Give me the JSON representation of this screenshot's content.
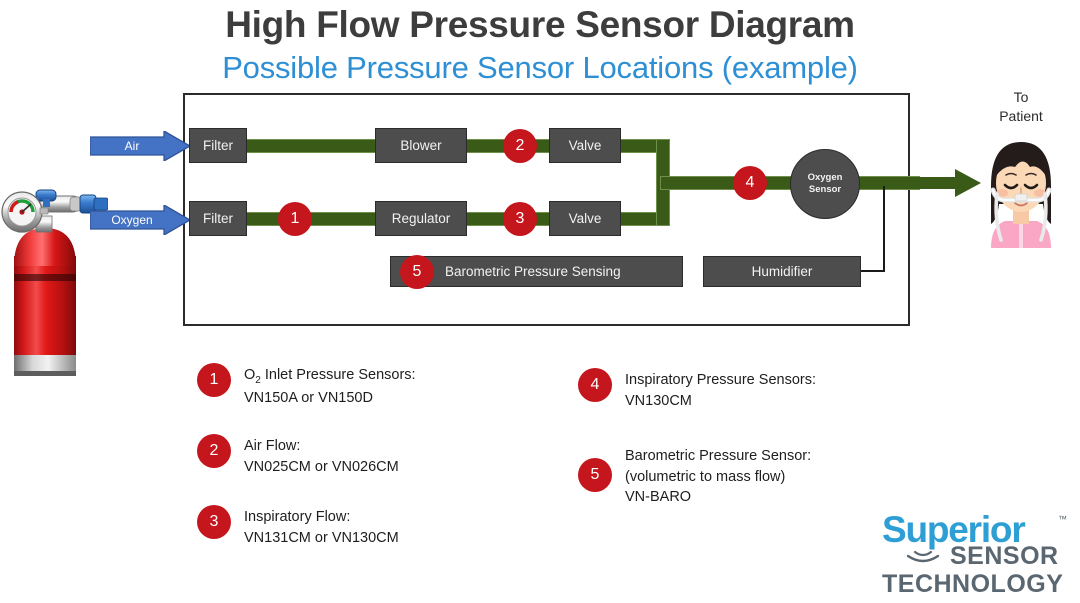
{
  "title": {
    "main": "High Flow Pressure Sensor Diagram",
    "sub": "Possible Pressure Sensor Locations (example)",
    "main_color": "#3d3d3d",
    "sub_color": "#2e8fd4"
  },
  "colors": {
    "pipe_green": "#3a5a18",
    "box_gray": "#4d4d4d",
    "marker_red": "#c4161c",
    "arrow_blue": "#4472c4",
    "container_border": "#2b2b2b",
    "logo_blue": "#2e9fd4",
    "logo_gray": "#5a6670",
    "tank_red": "#cc1111"
  },
  "inputs": [
    {
      "label": "Air",
      "name": "air-input-arrow"
    },
    {
      "label": "Oxygen",
      "name": "oxygen-input-arrow"
    }
  ],
  "diagram": {
    "boxes": [
      {
        "id": "filter-air",
        "label": "Filter"
      },
      {
        "id": "blower",
        "label": "Blower"
      },
      {
        "id": "valve-air",
        "label": "Valve"
      },
      {
        "id": "filter-oxy",
        "label": "Filter"
      },
      {
        "id": "regulator",
        "label": "Regulator"
      },
      {
        "id": "valve-oxy",
        "label": "Valve"
      },
      {
        "id": "barometric",
        "label": "Barometric Pressure Sensing"
      },
      {
        "id": "humidifier",
        "label": "Humidifier"
      }
    ],
    "oxygen_sensor": {
      "line1": "Oxygen",
      "line2": "Sensor"
    },
    "markers": [
      "1",
      "2",
      "3",
      "4",
      "5"
    ],
    "to_patient": {
      "line1": "To",
      "line2": "Patient"
    }
  },
  "legend": {
    "left": [
      {
        "num": "1",
        "line1_pre": "O",
        "line1_sub": "2",
        "line1_post": " Inlet Pressure Sensors:",
        "line2": "VN150A or VN150D"
      },
      {
        "num": "2",
        "line1": "Air Flow:",
        "line2": "VN025CM or VN026CM"
      },
      {
        "num": "3",
        "line1": "Inspiratory Flow:",
        "line2": "VN131CM or VN130CM"
      }
    ],
    "right": [
      {
        "num": "4",
        "line1": "Inspiratory Pressure Sensors:",
        "line2": "VN130CM"
      },
      {
        "num": "5",
        "line1": "Barometric Pressure Sensor:",
        "line2": "(volumetric to mass flow)",
        "line3": "VN-BARO"
      }
    ]
  },
  "logo": {
    "word1": "Superior",
    "tm": "™",
    "word2": "SENSOR",
    "word3": "TECHNOLOGY"
  }
}
